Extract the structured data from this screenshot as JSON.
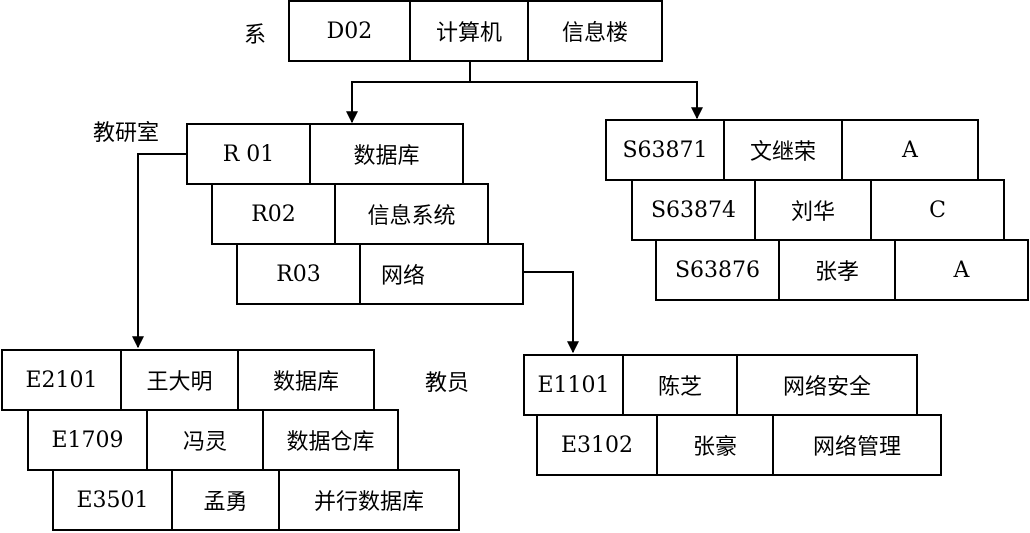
{
  "labels": {
    "dept": "系",
    "research": "教研室",
    "teacher_mid": "教员"
  },
  "dept": {
    "id": "D02",
    "name": "计算机",
    "building": "信息楼"
  },
  "research_rooms": [
    {
      "id": "R 01",
      "name": "数据库"
    },
    {
      "id": "R02",
      "name": "信息系统"
    },
    {
      "id": "R03",
      "name": "网络"
    }
  ],
  "students": [
    {
      "id": "S63871",
      "name": "文继荣",
      "grade": "A"
    },
    {
      "id": "S63874",
      "name": "刘华",
      "grade": "C"
    },
    {
      "id": "S63876",
      "name": "张孝",
      "grade": "A"
    }
  ],
  "teachers_r01": [
    {
      "id": "E2101",
      "name": "王大明",
      "course": "数据库"
    },
    {
      "id": "E1709",
      "name": "冯灵",
      "course": "数据仓库"
    },
    {
      "id": "E3501",
      "name": "孟勇",
      "course": "并行数据库"
    }
  ],
  "teachers_r03": [
    {
      "id": "E1101",
      "name": "陈芝",
      "course": "网络安全"
    },
    {
      "id": "E3102",
      "name": "张豪",
      "course": "网络管理"
    }
  ]
}
